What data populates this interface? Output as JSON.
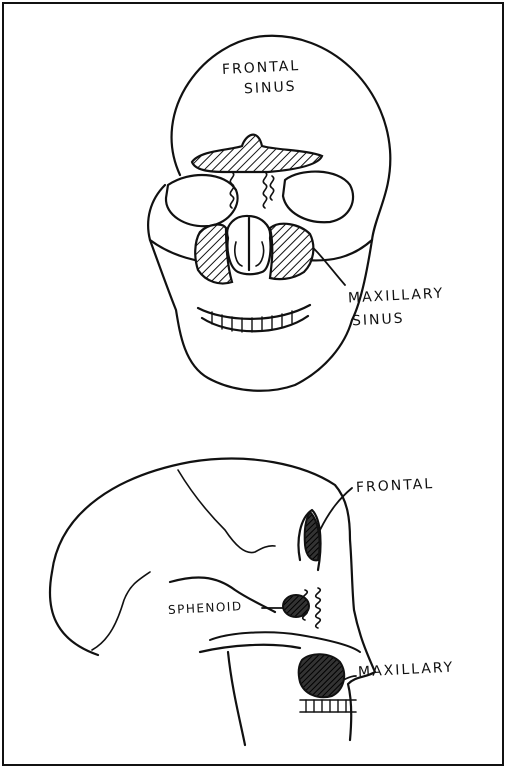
{
  "labels": {
    "frontal_sinus_line1": "FRONTAL",
    "frontal_sinus_line2": "SINUS",
    "maxillary_sinus_line1": "MAXILLARY",
    "maxillary_sinus_line2": "SINUS",
    "frontal": "FRONTAL",
    "sphenoid": "SPHENOID",
    "maxillary": "MAXILLARY"
  },
  "colors": {
    "ink": "#111111",
    "paper": "#ffffff"
  }
}
